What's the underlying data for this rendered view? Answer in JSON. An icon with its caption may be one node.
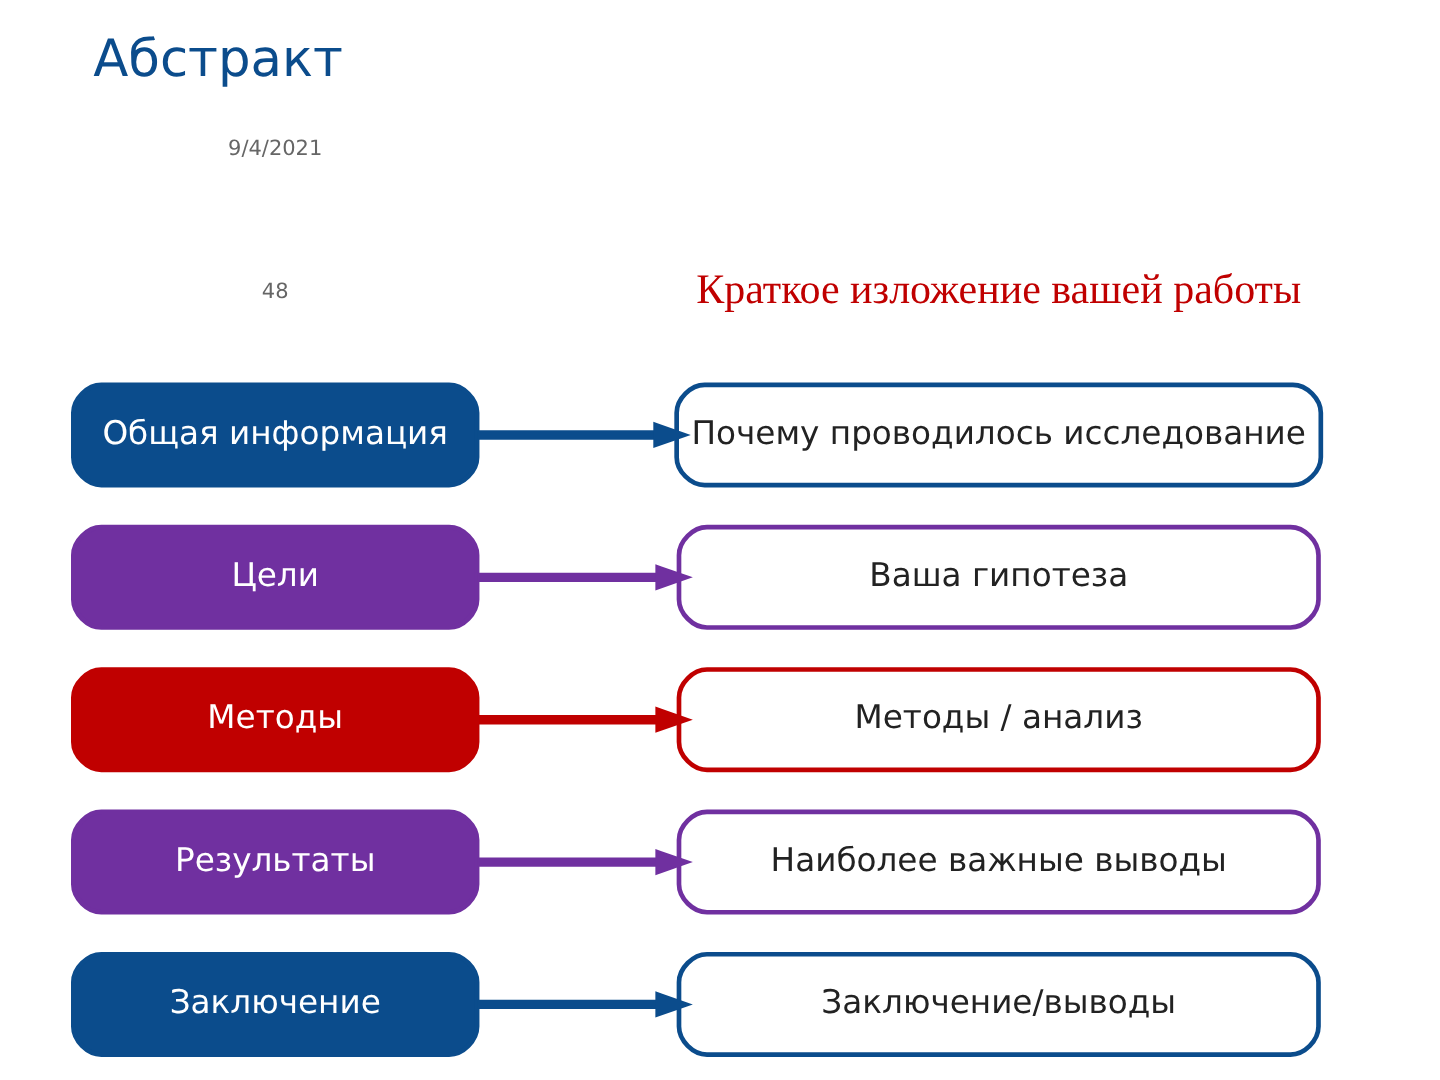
{
  "diagram": {
    "title": "Абстракт",
    "nodes": [
      {
        "text": [
          "Общая информация"
        ]
      },
      {
        "text": [
          "Цели"
        ]
      },
      {
        "text": [
          "Методы"
        ]
      },
      {
        "text": [
          "Результаты"
        ]
      },
      {
        "text": [
          "Заключение"
        ]
      },
      {
        "text": [
          "Почему проводилось исследование"
        ]
      },
      {
        "text": [
          "Ваша гипотеза"
        ]
      },
      {
        "text": [
          "Методы / анализ"
        ]
      },
      {
        "text": [
          "Наиболее важные выводы"
        ]
      },
      {
        "text": [
          "Заключение/выводы"
        ]
      }
    ],
    "edges": [
      {
        "from": 0,
        "to": 5,
        "arrow": "to",
        "color": "#0b4c8c"
      },
      {
        "from": 1,
        "to": 6,
        "arrow": "to",
        "color": "#7030a0"
      },
      {
        "from": 2,
        "to": 7,
        "arrow": "to",
        "color": "#c00000"
      },
      {
        "from": 3,
        "to": 8,
        "arrow": "to",
        "color": "#7030a0"
      },
      {
        "from": 4,
        "to": 9,
        "arrow": "to",
        "color": "#0b4c8c"
      }
    ],
    "labels": [
      "9/4/2021",
      "48",
      "Краткое изложение вашей работы"
    ]
  }
}
